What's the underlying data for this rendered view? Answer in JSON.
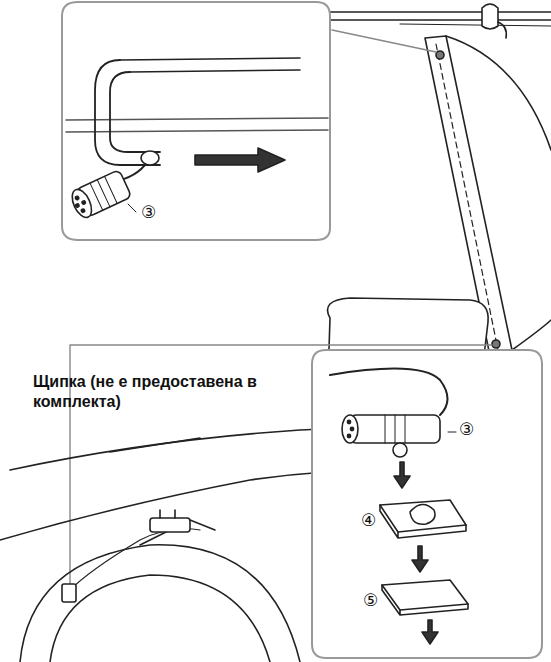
{
  "diagram": {
    "labels": [
      "③",
      "Щипка (не е предоставена в комплекта)",
      "③",
      "④",
      "⑤"
    ]
  }
}
